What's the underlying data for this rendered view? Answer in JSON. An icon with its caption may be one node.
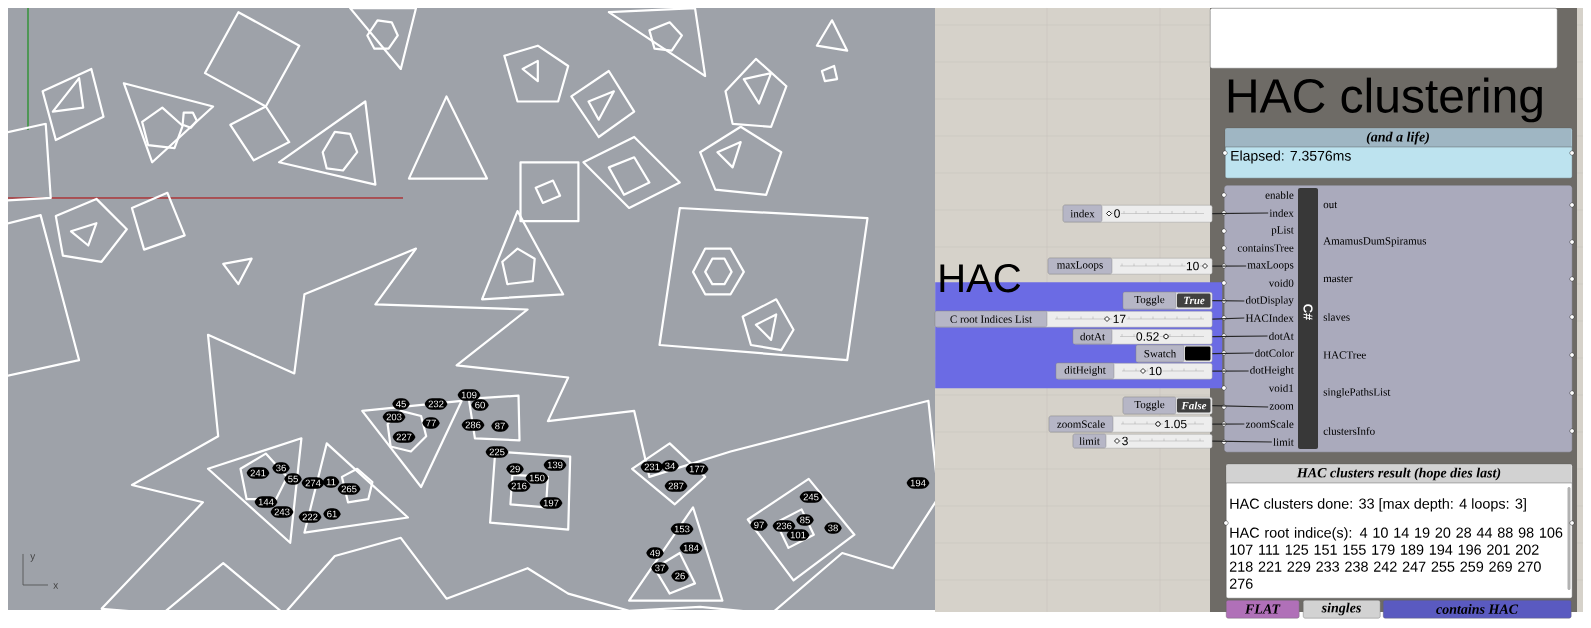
{
  "diagram": {
    "title": "HAC clustering",
    "nodes": [
      {
        "text": [],
        "shape": "box"
      },
      {
        "text": [
          "(and a life)",
          "Elapsed: 7.3576ms"
        ]
      },
      {
        "text": [
          "HAC"
        ]
      },
      {
        "text": [
          "index",
          "0"
        ]
      },
      {
        "text": [
          "maxLoops",
          "10"
        ]
      },
      {
        "text": [
          "Toggle",
          "True"
        ],
        "in": 2
      },
      {
        "text": [
          "C root Indices List",
          "17"
        ],
        "in": 2
      },
      {
        "text": [
          "dotAt",
          "0.52"
        ],
        "in": 2
      },
      {
        "text": [
          "Swatch"
        ],
        "in": 2
      },
      {
        "text": [
          "ditHeight",
          "10"
        ],
        "in": 2
      },
      {
        "text": [
          "Toggle",
          "False"
        ]
      },
      {
        "text": [
          "zoomScale",
          "1.05"
        ]
      },
      {
        "text": [
          "limit",
          "3"
        ]
      },
      {
        "text": [
          "C#"
        ]
      },
      {
        "text": [
          "enable"
        ],
        "in": 13
      },
      {
        "text": [
          "index"
        ],
        "in": 13
      },
      {
        "text": [
          "pList"
        ],
        "in": 13
      },
      {
        "text": [
          "containsTree"
        ],
        "in": 13
      },
      {
        "text": [
          "maxLoops"
        ],
        "in": 13
      },
      {
        "text": [
          "void0"
        ],
        "in": 13
      },
      {
        "text": [
          "dotDisplay"
        ],
        "in": 13
      },
      {
        "text": [
          "HACIndex"
        ],
        "in": 13
      },
      {
        "text": [
          "dotAt"
        ],
        "in": 13
      },
      {
        "text": [
          "dotColor"
        ],
        "in": 13
      },
      {
        "text": [
          "dotHeight"
        ],
        "in": 13
      },
      {
        "text": [
          "void1"
        ],
        "in": 13
      },
      {
        "text": [
          "zoom"
        ],
        "in": 13
      },
      {
        "text": [
          "zoomScale"
        ],
        "in": 13
      },
      {
        "text": [
          "limit"
        ],
        "in": 13
      },
      {
        "text": [
          "out"
        ],
        "in": 13
      },
      {
        "text": [
          "AmamusDumSpiramus"
        ],
        "in": 13
      },
      {
        "text": [
          "master"
        ],
        "in": 13
      },
      {
        "text": [
          "slaves"
        ],
        "in": 13
      },
      {
        "text": [
          "HACTree"
        ],
        "in": 13
      },
      {
        "text": [
          "singlePathsList"
        ],
        "in": 13
      },
      {
        "text": [
          "clustersInfo"
        ],
        "in": 13
      },
      {
        "text": [
          "HAC clusters result (hope dies last)",
          "HAC clusters done: 33 [max depth: 4 loops: 3]",
          "HAC root indice(s): 4 10 14 19 20 28 44 88 98 106 107 111 125 151 155 179 189 194 196 201 202 218 221 229 233 238 242 247 255 259 269 270 276"
        ]
      },
      {
        "text": [
          "FLAT"
        ]
      },
      {
        "text": [
          "singles"
        ]
      },
      {
        "text": [
          "contains HAC"
        ]
      }
    ],
    "edges": [
      {
        "from": 3,
        "to": 15,
        "arrow": "none"
      },
      {
        "from": 4,
        "to": 18,
        "arrow": "none"
      },
      {
        "from": 5,
        "to": 20,
        "arrow": "none"
      },
      {
        "from": 6,
        "to": 21,
        "arrow": "none"
      },
      {
        "from": 7,
        "to": 22,
        "arrow": "none"
      },
      {
        "from": 8,
        "to": 23,
        "arrow": "none"
      },
      {
        "from": 9,
        "to": 24,
        "arrow": "none"
      },
      {
        "from": 10,
        "to": 26,
        "arrow": "none"
      },
      {
        "from": 11,
        "to": 27,
        "arrow": "none"
      },
      {
        "from": 12,
        "to": 28,
        "arrow": "none"
      }
    ],
    "labels": [
      "109",
      "45",
      "232",
      "60",
      "203",
      "77",
      "286",
      "87",
      "227",
      "225",
      "36",
      "29",
      "139",
      "231",
      "34",
      "177",
      "241",
      "55",
      "150",
      "274",
      "11",
      "216",
      "287",
      "194",
      "265",
      "144",
      "197",
      "245",
      "243",
      "222",
      "61",
      "97",
      "236",
      "85",
      "153",
      "38",
      "101",
      "184",
      "49",
      "37",
      "y",
      "26",
      "x"
    ]
  }
}
